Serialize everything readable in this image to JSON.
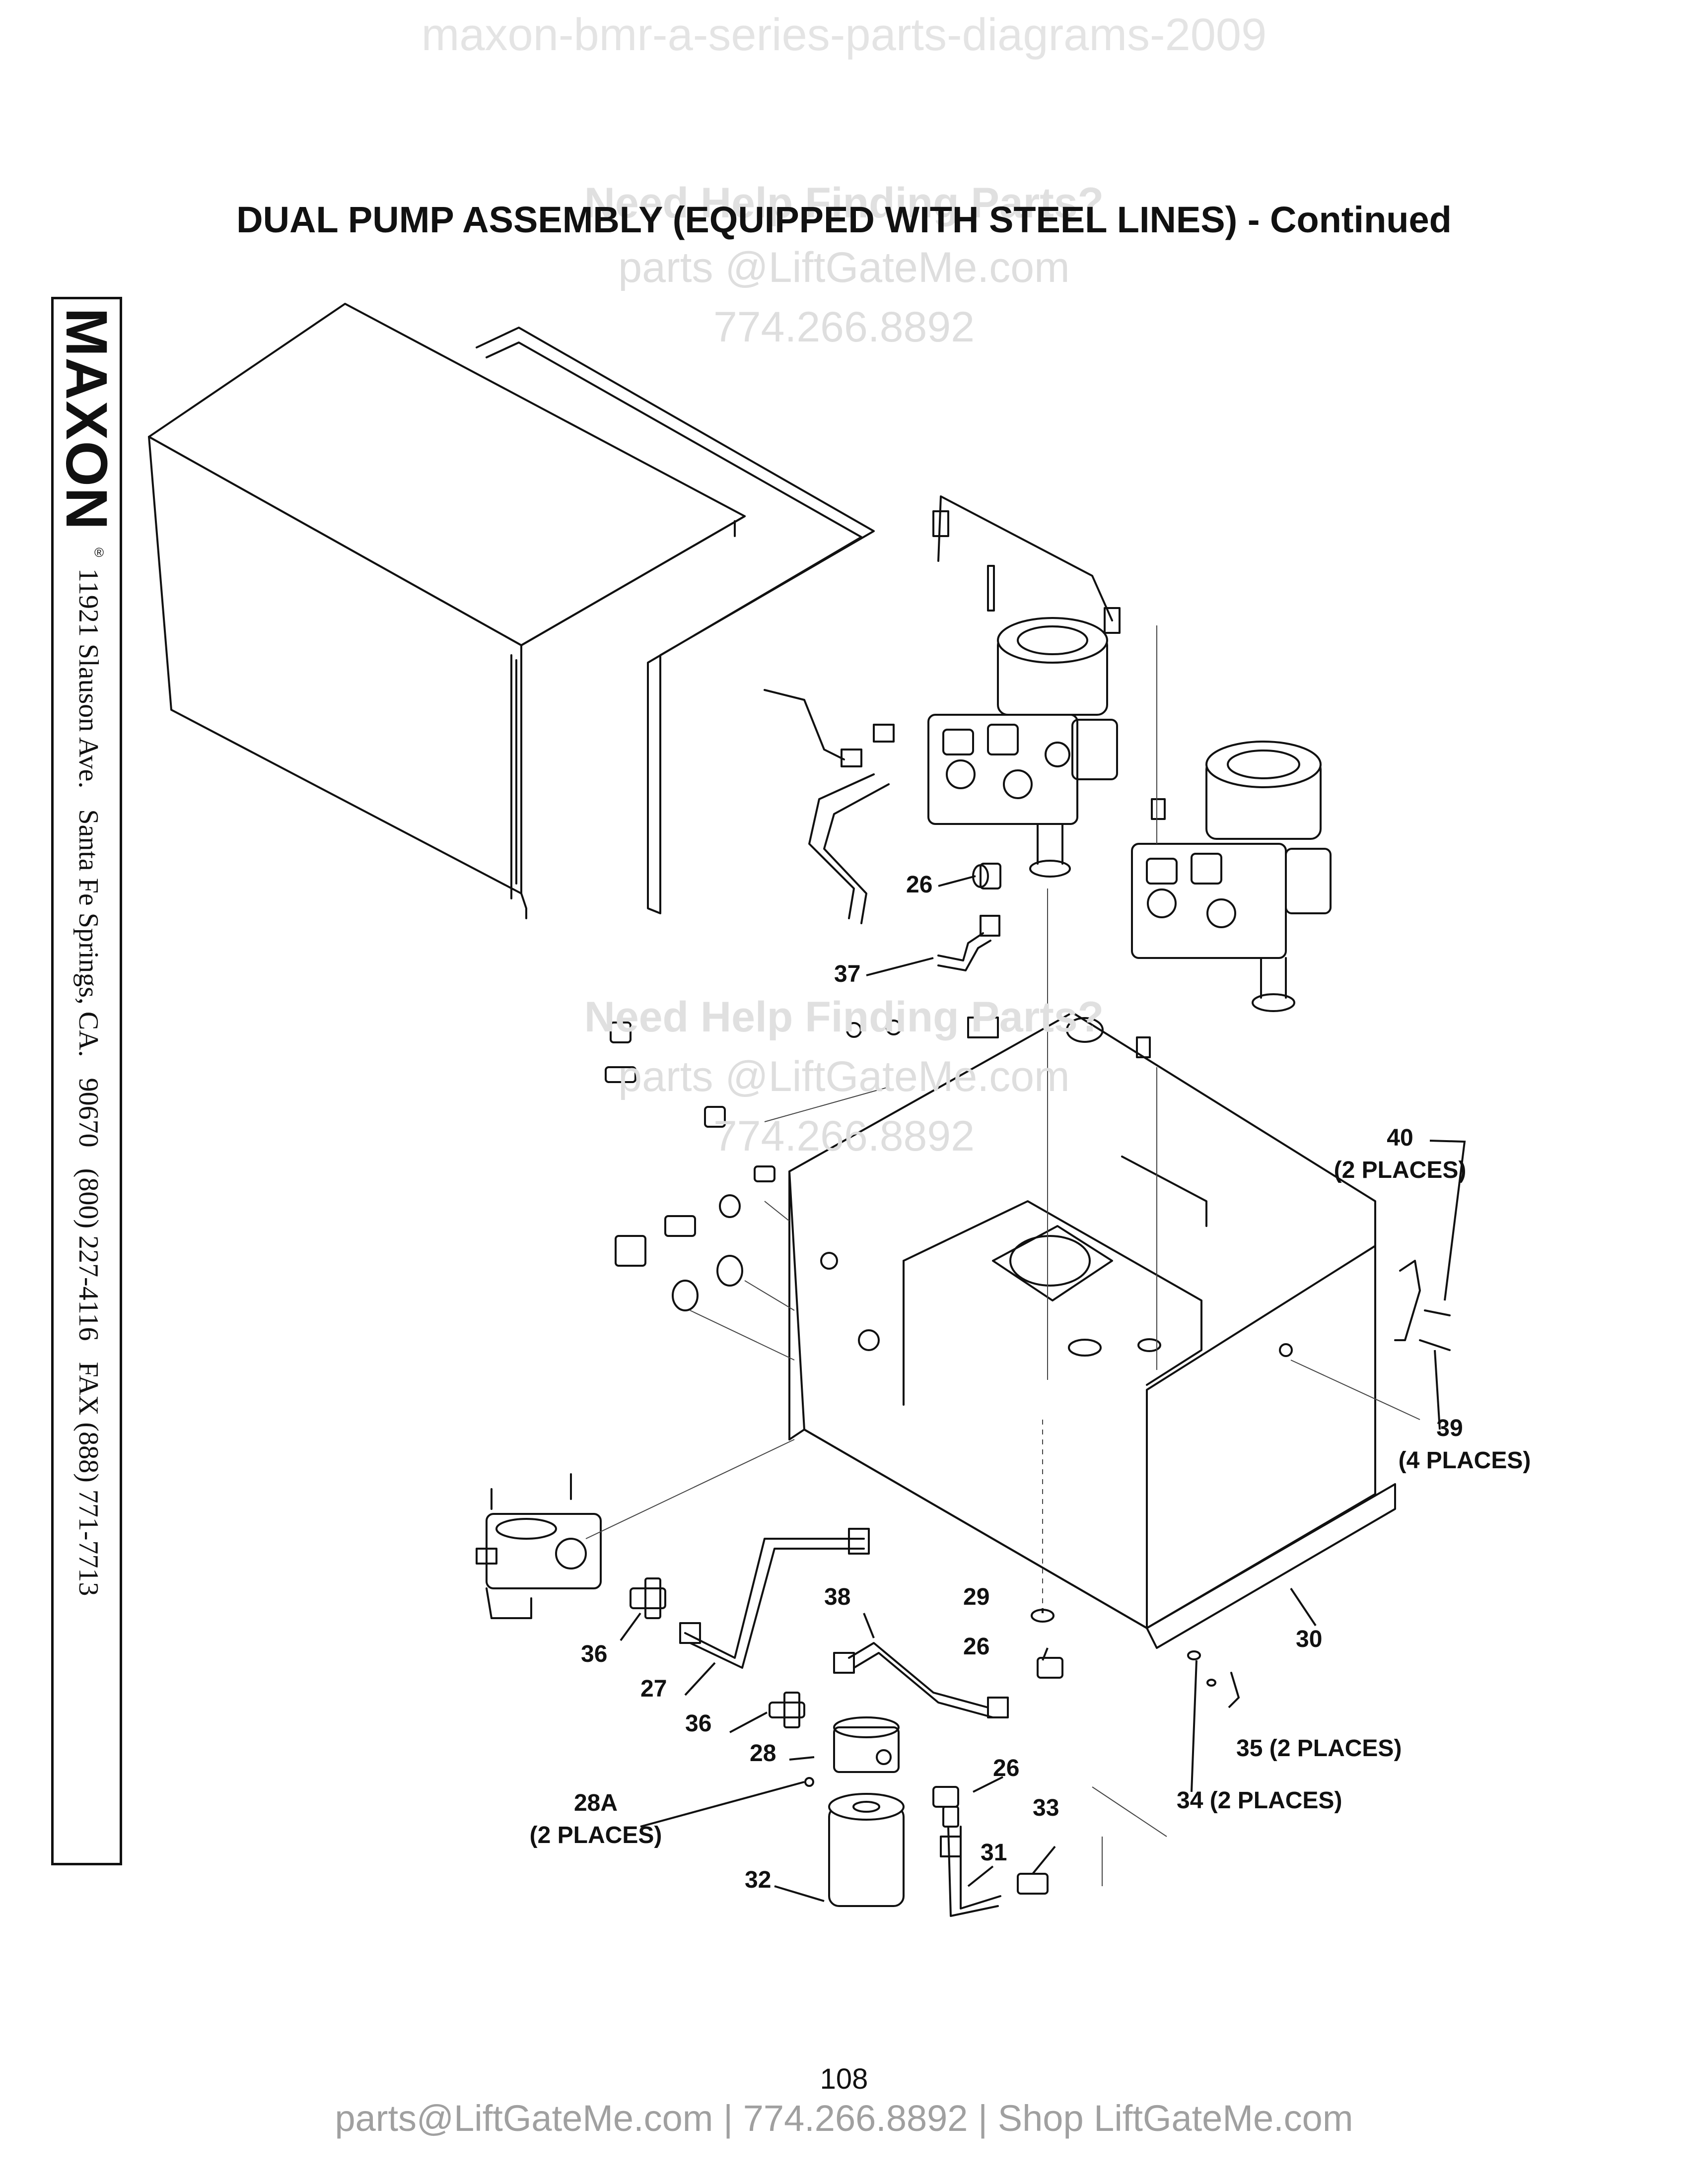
{
  "watermarks": {
    "top": "maxon-bmr-a-series-parts-diagrams-2009",
    "help_heading": "Need Help Finding Parts?",
    "help_email": "parts @LiftGateMe.com",
    "help_phone": "774.266.8892"
  },
  "title": "DUAL PUMP ASSEMBLY (EQUIPPED WITH STEEL LINES) - Continued",
  "sidebar": {
    "brand": "MAXON",
    "registered_mark": "®",
    "address": "11921 Slauson Ave.   Santa Fe Springs, CA.   90670   (800) 227-4116   FAX (888) 771-7713"
  },
  "callouts": {
    "c26a": "26",
    "c37": "37",
    "c40": "40",
    "c40_places": "(2 PLACES)",
    "c39": "39",
    "c39_places": "(4 PLACES)",
    "c29": "29",
    "c30": "30",
    "c38": "38",
    "c26b": "26",
    "c36a": "36",
    "c27": "27",
    "c36b": "36",
    "c28": "28",
    "c26c": "26",
    "c35": "35 (2 PLACES)",
    "c34": "34 (2 PLACES)",
    "c28a": "28A",
    "c28a_places": "(2 PLACES)",
    "c33": "33",
    "c31": "31",
    "c32": "32"
  },
  "page_number": "108",
  "footer": "parts@LiftGateMe.com | 774.266.8892 | Shop LiftGateMe.com"
}
